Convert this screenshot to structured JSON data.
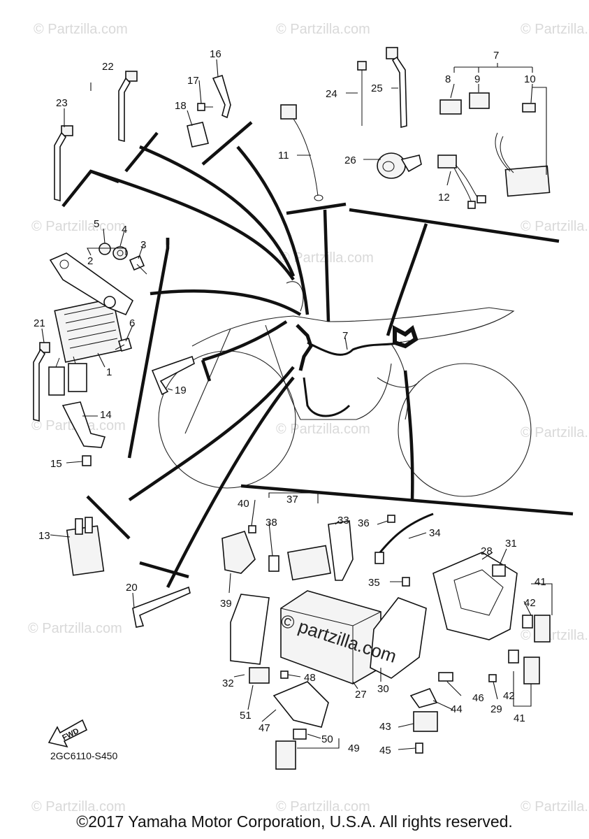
{
  "diagram": {
    "part_labels": [
      "1",
      "2",
      "3",
      "4",
      "5",
      "6",
      "7",
      "8",
      "9",
      "10",
      "11",
      "12",
      "13",
      "14",
      "15",
      "16",
      "17",
      "18",
      "19",
      "20",
      "21",
      "22",
      "23",
      "24",
      "25",
      "26",
      "27",
      "28",
      "29",
      "30",
      "31",
      "32",
      "33",
      "34",
      "35",
      "36",
      "37",
      "38",
      "39",
      "40",
      "41",
      "42",
      "43",
      "44",
      "45",
      "46",
      "47",
      "48",
      "49",
      "50",
      "51"
    ],
    "fwd_label": "FWD",
    "diagram_code": "2GC6110-S450",
    "watermark_text": "© Partzilla.com",
    "center_watermark": "© partzilla.com",
    "copyright": "©2017 Yamaha Motor Corporation, U.S.A. All rights reserved."
  }
}
